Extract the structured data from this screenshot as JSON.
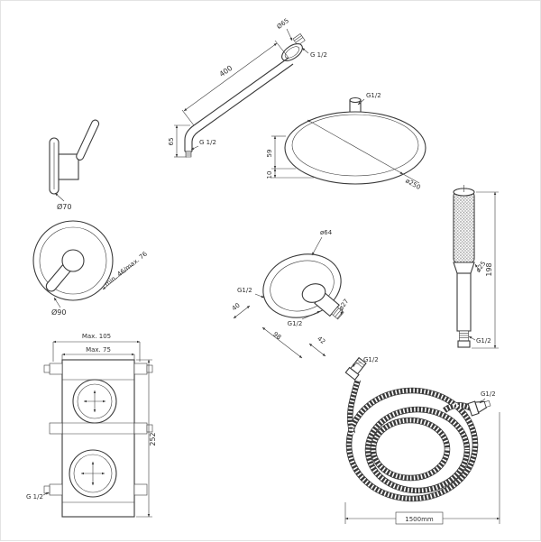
{
  "drawing": {
    "background": "#ffffff",
    "line_color": "#3a3a3a",
    "labels": {
      "mixer_side": {
        "diameter": "Ø70"
      },
      "mixer_front": {
        "diameter": "Ø90",
        "depth_range": "min. 46/max. 76"
      },
      "valve_body": {
        "max_depth_1": "Max. 105",
        "max_depth_2": "Max. 75",
        "height": "252",
        "thread": "G 1/2"
      },
      "shower_arm": {
        "flange_diameter": "Ø65",
        "wall_thread": "G 1/2",
        "length": "400",
        "drop_height": "65",
        "outlet_thread": "G 1/2"
      },
      "rain_head": {
        "thread": "G1/2",
        "diameter": "ø250",
        "height": "59",
        "rim": "10"
      },
      "wall_outlet": {
        "flange_diameter": "ø64",
        "thread_left": "G1/2",
        "depth": "40",
        "length": "98",
        "thread_bottom": "G1/2",
        "outlet_length": "42",
        "outlet_diameter": "ø27"
      },
      "hand_shower": {
        "head_diameter": "ø25",
        "length": "198",
        "thread": "G1/2"
      },
      "hose": {
        "thread_top": "G1/2",
        "thread_end": "G1/2",
        "length": "1500mm"
      }
    }
  }
}
